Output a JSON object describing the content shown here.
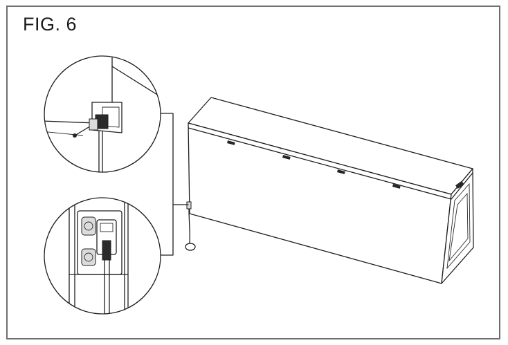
{
  "figure": {
    "label": "FIG. 6"
  },
  "colors": {
    "frame_border": "#6e6e6e",
    "line_art": "#1e1e1e",
    "background": "#ffffff"
  },
  "icons": [
    "magnified-outlet-detail",
    "magnified-plug-detail",
    "cabinet-unit",
    "power-cord"
  ]
}
